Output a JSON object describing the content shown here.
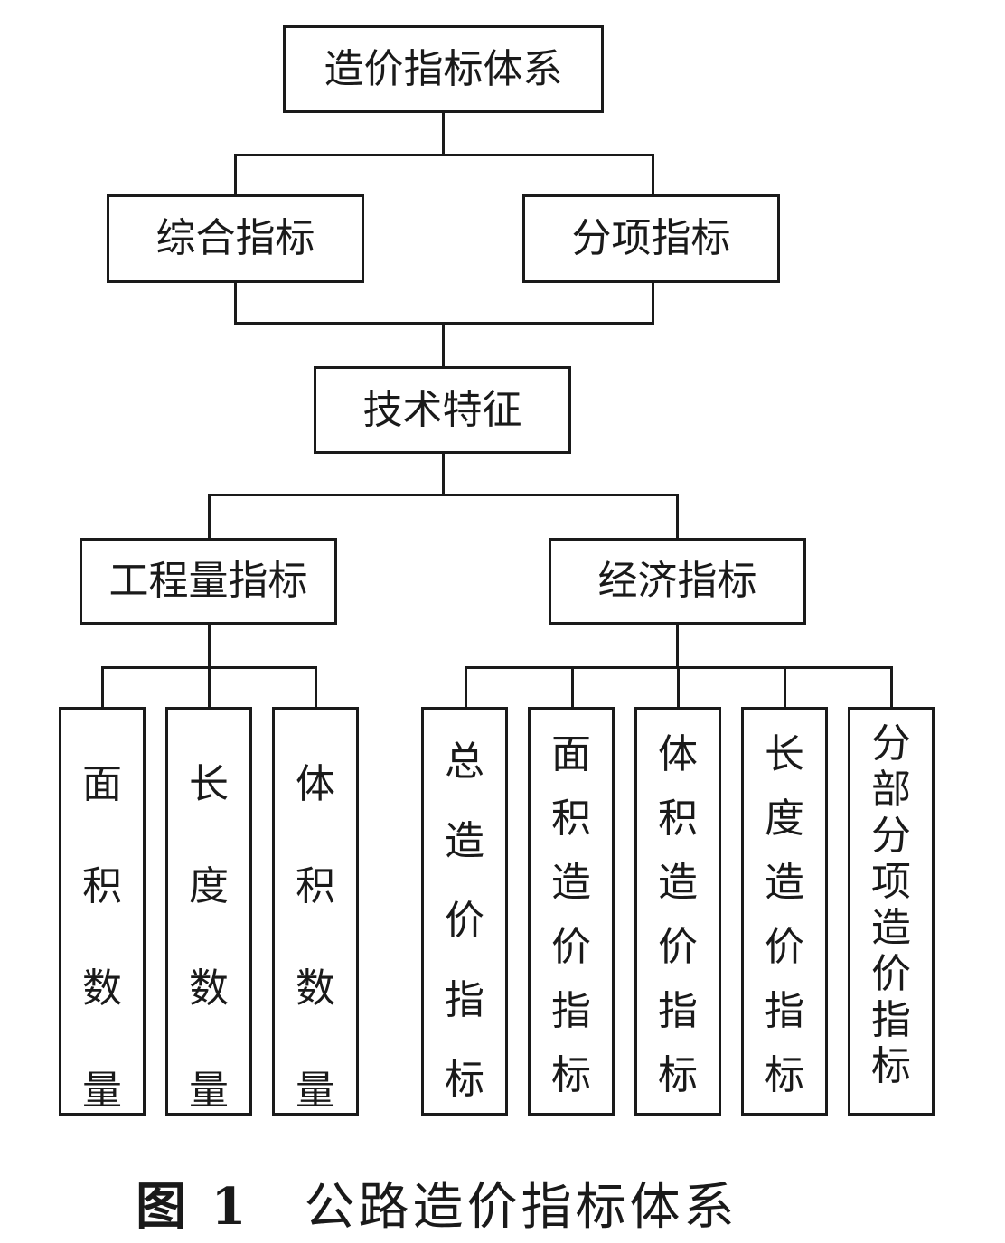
{
  "root": "造价指标体系",
  "level2": [
    "综合指标",
    "分项指标"
  ],
  "level3": "技术特征",
  "level4": [
    "工程量指标",
    "经济指标"
  ],
  "quantity_items": [
    "面积数量",
    "长度数量",
    "体积数量"
  ],
  "economic_items": [
    "总造价指标",
    "面积造价指标",
    "体积造价指标",
    "长度造价指标",
    "分部分项造价指标"
  ],
  "caption": {
    "label": "图 1",
    "title": "公路造价指标体系"
  }
}
